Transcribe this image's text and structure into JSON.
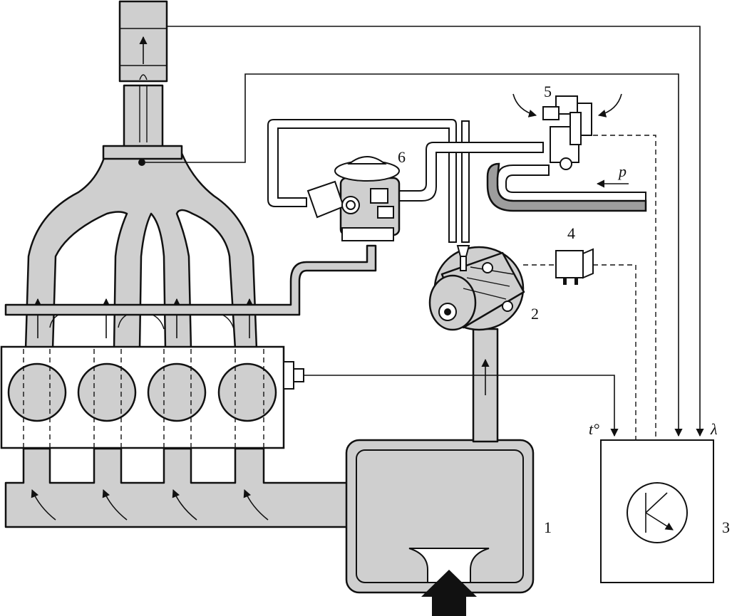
{
  "labels": {
    "n1": "1",
    "n2": "2",
    "n3": "3",
    "n4": "4",
    "n5": "5",
    "n6": "6",
    "temp": "t°",
    "lambda": "λ",
    "pressure": "p"
  },
  "icons": {
    "control_unit_symbol": "controller-symbol-icon",
    "air_intake_arrow": "intake-arrow-icon"
  },
  "colors": {
    "pipe_fill": "#cfcfcf",
    "stroke": "#111111"
  }
}
